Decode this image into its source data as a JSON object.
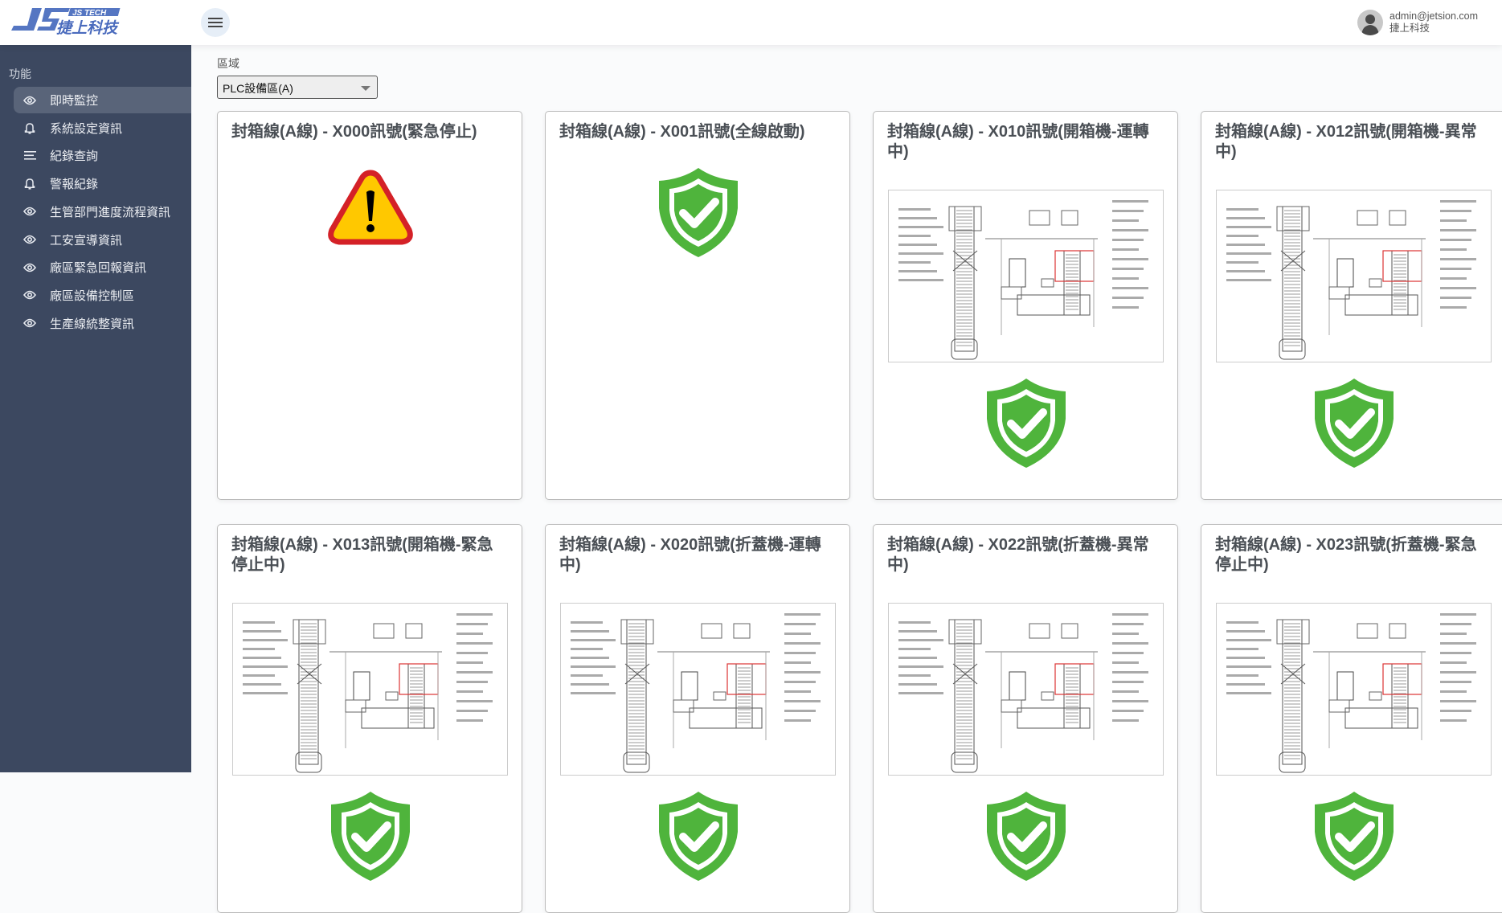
{
  "header": {
    "logo_text": "JS TECH 捷上科技",
    "menu_icon": "hamburger-icon",
    "user_email": "admin@jetsion.com",
    "user_company": "捷上科技"
  },
  "sidebar": {
    "section_title": "功能",
    "items": [
      {
        "label": "即時監控",
        "icon": "eye-icon",
        "active": true
      },
      {
        "label": "系統設定資訊",
        "icon": "bell-icon"
      },
      {
        "label": "紀錄查詢",
        "icon": "list-icon"
      },
      {
        "label": "警報紀錄",
        "icon": "bell-icon"
      },
      {
        "label": "生管部門進度流程資訊",
        "icon": "eye-icon"
      },
      {
        "label": "工安宣導資訊",
        "icon": "eye-icon"
      },
      {
        "label": "廠區緊急回報資訊",
        "icon": "eye-icon"
      },
      {
        "label": "廠區設備控制區",
        "icon": "eye-icon"
      },
      {
        "label": "生產線統整資訊",
        "icon": "eye-icon"
      }
    ]
  },
  "filter": {
    "label": "區域",
    "selected": "PLC設備區(A)"
  },
  "cards": [
    {
      "title": "封箱線(A線) - X000訊號(緊急停止)",
      "diagram": false,
      "status": "warning"
    },
    {
      "title": "封箱線(A線) - X001訊號(全線啟動)",
      "diagram": false,
      "status": "ok"
    },
    {
      "title": "封箱線(A線) - X010訊號(開箱機-運轉中)",
      "diagram": true,
      "status": "ok"
    },
    {
      "title": "封箱線(A線) - X012訊號(開箱機-異常中)",
      "diagram": true,
      "status": "ok"
    },
    {
      "title": "封箱線(A線) - X013訊號(開箱機-緊急停止中)",
      "diagram": true,
      "status": "ok"
    },
    {
      "title": "封箱線(A線) - X020訊號(折蓋機-運轉中)",
      "diagram": true,
      "status": "ok"
    },
    {
      "title": "封箱線(A線) - X022訊號(折蓋機-異常中)",
      "diagram": true,
      "status": "ok"
    },
    {
      "title": "封箱線(A線) - X023訊號(折蓋機-緊急停止中)",
      "diagram": true,
      "status": "ok"
    }
  ],
  "colors": {
    "sidebar": "#3c4860",
    "ok": "#4fb43c",
    "warn_fill": "#ffc800",
    "warn_border": "#d42127",
    "logo": "#4a6bbd"
  }
}
